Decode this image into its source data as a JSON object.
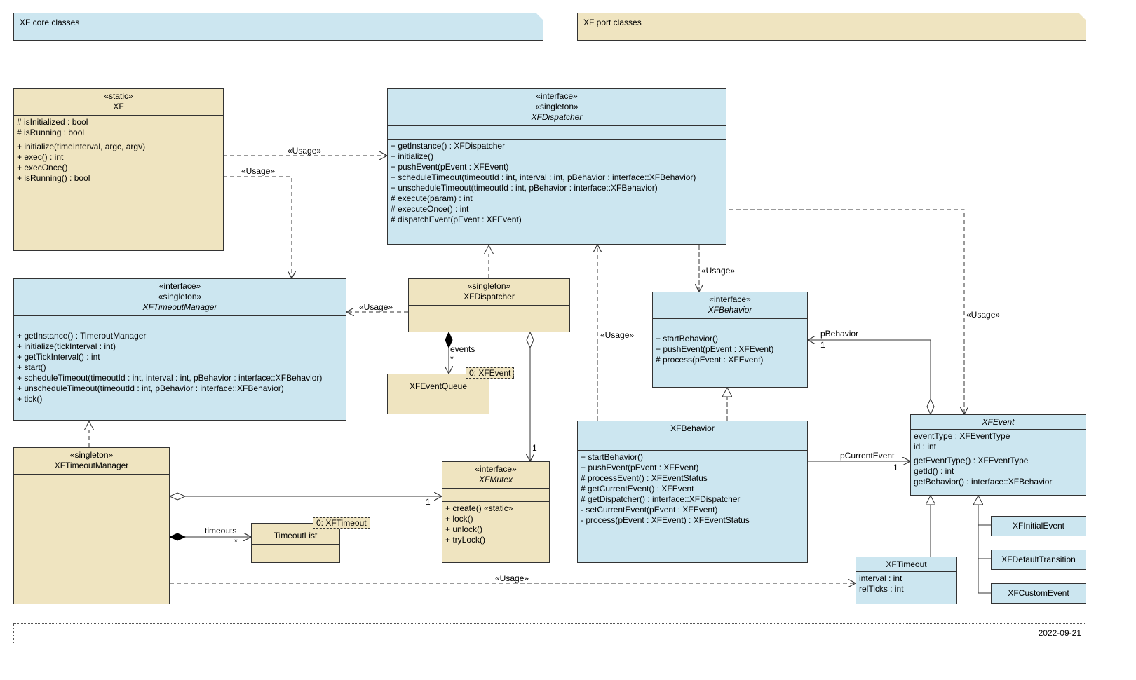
{
  "notes": {
    "core": "XF core classes",
    "port": "XF port classes"
  },
  "footer": {
    "date": "2022-09-21"
  },
  "classes": {
    "xf_static": {
      "stereotypes": [
        "«static»"
      ],
      "name": "XF",
      "attributes": [
        "# isInitialized : bool",
        "# isRunning : bool"
      ],
      "operations": [
        "+ initialize(timeInterval, argc, argv)",
        "+ exec() : int",
        "+ execOnce()",
        "+ isRunning() : bool"
      ]
    },
    "idispatcher": {
      "stereotypes": [
        "«interface»",
        "«singleton»"
      ],
      "name": "XFDispatcher",
      "attributes": [],
      "operations": [
        "+ getInstance() : XFDispatcher",
        "+ initialize()",
        "+ pushEvent(pEvent : XFEvent)",
        "+ scheduleTimeout(timeoutId : int, interval : int, pBehavior : interface::XFBehavior)",
        "+ unscheduleTimeout(timeoutId : int, pBehavior : interface::XFBehavior)",
        "# execute(param) : int",
        "# executeOnce() : int",
        "# dispatchEvent(pEvent : XFEvent)"
      ]
    },
    "itimeoutmanager": {
      "stereotypes": [
        "«interface»",
        "«singleton»"
      ],
      "name": "XFTimeoutManager",
      "attributes": [],
      "operations": [
        "+ getInstance() : TimeroutManager",
        "+ initialize(tickInterval : int)",
        "+ getTickInterval() : int",
        "+ start()",
        "+ scheduleTimeout(timeoutId : int, interval : int, pBehavior : interface::XFBehavior)",
        "+ unscheduleTimeout(timeoutId : int, pBehavior : interface::XFBehavior)",
        "+ tick()"
      ]
    },
    "dispatcher": {
      "stereotypes": [
        "«singleton»"
      ],
      "name": "XFDispatcher",
      "attributes": [],
      "operations": []
    },
    "eventqueue": {
      "stereotypes": [],
      "name": "XFEventQueue",
      "template": "0: XFEvent",
      "attributes": []
    },
    "ibehavior": {
      "stereotypes": [
        "«interface»"
      ],
      "name": "XFBehavior",
      "attributes": [],
      "operations": [
        "+ startBehavior()",
        "+ pushEvent(pEvent : XFEvent)",
        "# process(pEvent : XFEvent)"
      ]
    },
    "timeoutmanager": {
      "stereotypes": [
        "«singleton»"
      ],
      "name": "XFTimeoutManager",
      "attributes": [],
      "operations": []
    },
    "imutex": {
      "stereotypes": [
        "«interface»"
      ],
      "name": "XFMutex",
      "attributes": [],
      "operations": [
        "+ create() «static»",
        "+ lock()",
        "+ unlock()",
        "+ tryLock()"
      ]
    },
    "timeoutlist": {
      "stereotypes": [],
      "name": "TimeoutList",
      "template": "0: XFTimeout",
      "attributes": []
    },
    "behavior": {
      "stereotypes": [],
      "name": "XFBehavior",
      "attributes": [],
      "operations": [
        "+ startBehavior()",
        "+ pushEvent(pEvent : XFEvent)",
        "# processEvent() : XFEventStatus",
        "# getCurrentEvent() : XFEvent",
        "# getDispatcher() : interface::XFDispatcher",
        "- setCurrentEvent(pEvent : XFEvent)",
        "- process(pEvent : XFEvent) : XFEventStatus"
      ]
    },
    "event": {
      "stereotypes": [],
      "name": "XFEvent",
      "attributes": [
        "eventType : XFEventType",
        "id : int"
      ],
      "operations": [
        "getEventType() : XFEventType",
        "getId() : int",
        "getBehavior() : interface::XFBehavior"
      ]
    },
    "timeout": {
      "stereotypes": [],
      "name": "XFTimeout",
      "attributes": [
        "interval : int",
        "relTicks : int"
      ]
    },
    "initialevent": {
      "name": "XFInitialEvent"
    },
    "defaulttransition": {
      "name": "XFDefaultTransition"
    },
    "customevent": {
      "name": "XFCustomEvent"
    }
  },
  "labels": {
    "usage": "«Usage»",
    "events": "events",
    "star": "*",
    "one": "1",
    "timeouts": "timeouts",
    "pBehavior": "pBehavior",
    "pCurrentEvent": "pCurrentEvent"
  },
  "colors": {
    "interface_blue": "#cce6f0",
    "port_tan": "#efe4c0",
    "line": "#333333"
  }
}
